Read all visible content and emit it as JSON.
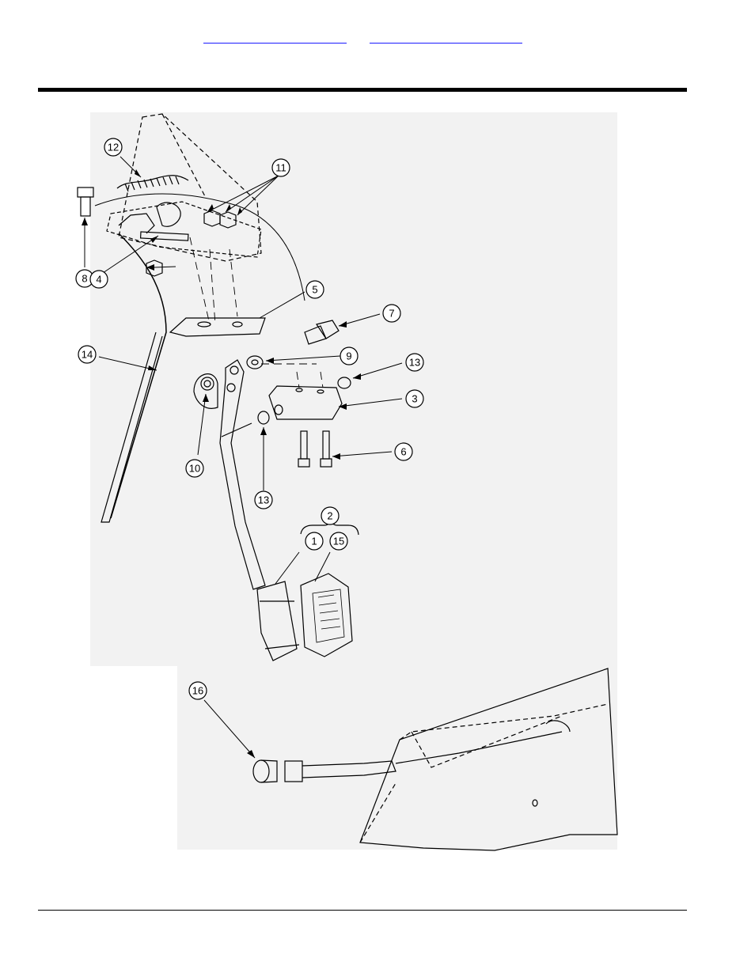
{
  "header": {
    "links": [
      "",
      ""
    ]
  },
  "diagram": {
    "callouts": [
      "12",
      "11",
      "8",
      "4",
      "5",
      "7",
      "14",
      "9",
      "13",
      "3",
      "10",
      "13",
      "6",
      "2",
      "1",
      "15",
      "16"
    ]
  },
  "colors": {
    "link": "#1a1aff",
    "rule": "#000000",
    "backdrop": "#f2f2f2"
  }
}
